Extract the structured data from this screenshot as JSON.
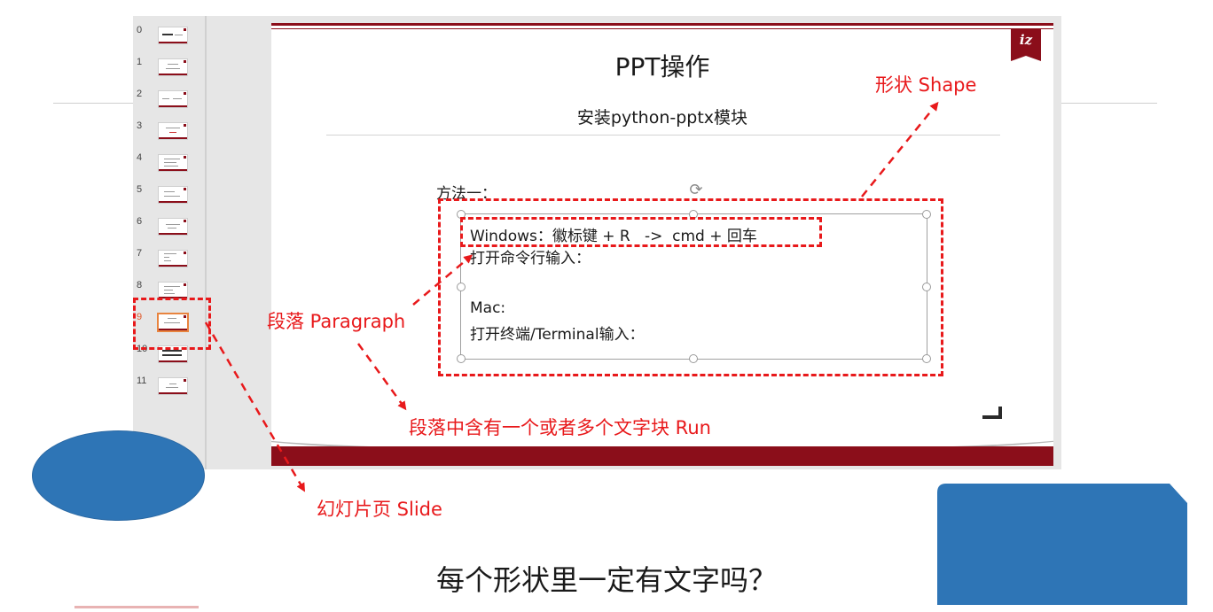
{
  "thumbnails": {
    "selected_index": 9,
    "items": [
      {
        "num": "0"
      },
      {
        "num": "1"
      },
      {
        "num": "2"
      },
      {
        "num": "3"
      },
      {
        "num": "4"
      },
      {
        "num": "5"
      },
      {
        "num": "6"
      },
      {
        "num": "7"
      },
      {
        "num": "8"
      },
      {
        "num": "9"
      },
      {
        "num": "10"
      },
      {
        "num": "11"
      }
    ]
  },
  "slide": {
    "title": "PPT操作",
    "subtitle": "安装python-pptx模块",
    "method_label": "方法一：",
    "textbox_lines": [
      "Windows：徽标键 + R   ->  cmd + 回车",
      "打开命令行输入：",
      "",
      "Mac:",
      "打开终端/Terminal输入："
    ],
    "logo_text": "iz"
  },
  "annotations": {
    "shape_label": "形状 Shape",
    "paragraph_label": "段落 Paragraph",
    "run_label": "段落中含有一个或者多个文字块 Run",
    "slide_label": "幻灯片页 Slide"
  },
  "question": "每个形状里一定有文字吗？",
  "colors": {
    "accent_red": "#e8191b",
    "slide_maroon": "#8b0e1a",
    "shape_blue": "#2e75b6",
    "thumb_selected": "#e8843f"
  },
  "icons": {
    "rotate_handle": "rotate-handle-icon"
  }
}
